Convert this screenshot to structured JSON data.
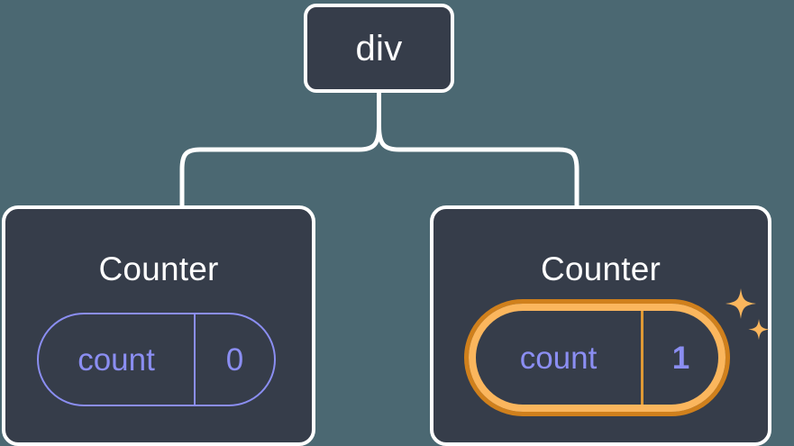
{
  "diagram": {
    "type": "component-tree",
    "background_color": "#4b6872",
    "node_fill_color": "#363d4a",
    "node_border_color": "#ffffff",
    "connector_color": "#ffffff",
    "accent_purple": "#8b8ef2",
    "highlight_orange_outer": "#d0801c",
    "highlight_orange_inner": "#fbb65d",
    "root": {
      "label": "div"
    },
    "children": [
      {
        "title": "Counter",
        "state": {
          "key": "count",
          "value": "0"
        },
        "highlighted": false,
        "sparkle": false
      },
      {
        "title": "Counter",
        "state": {
          "key": "count",
          "value": "1"
        },
        "highlighted": true,
        "sparkle": true,
        "sparkle_icons": [
          "sparkle-large-icon",
          "sparkle-small-icon"
        ]
      }
    ]
  }
}
